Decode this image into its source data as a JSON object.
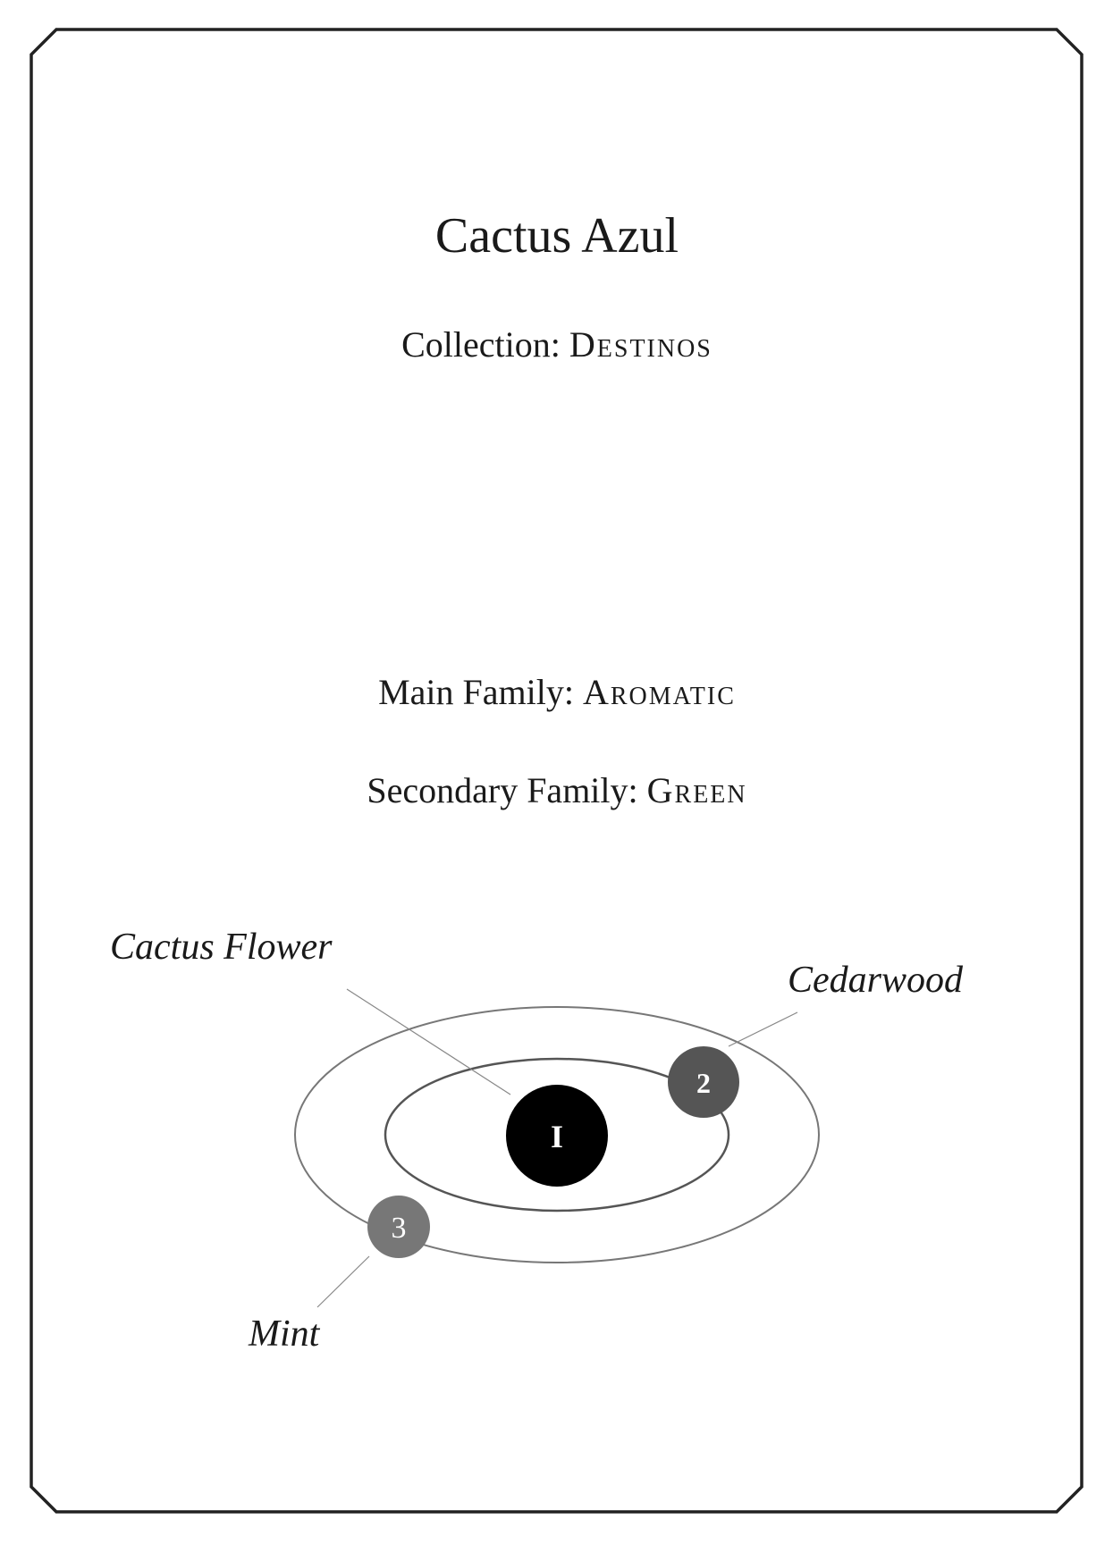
{
  "title": "Cactus Azul",
  "collection": {
    "label": "Collection: ",
    "value": "Destinos"
  },
  "main_family": {
    "label": "Main Family: ",
    "value": "Aromatic"
  },
  "secondary_family": {
    "label": "Secondary Family: ",
    "value": "Green"
  },
  "notes": [
    {
      "number": "I",
      "name": "Cactus Flower",
      "color": "#000000"
    },
    {
      "number": "2",
      "name": "Cedarwood",
      "color": "#555555"
    },
    {
      "number": "3",
      "name": "Mint",
      "color": "#777777"
    }
  ]
}
